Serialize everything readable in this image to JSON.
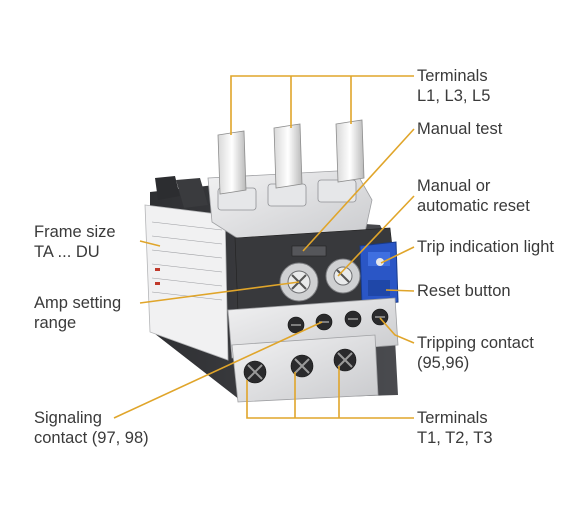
{
  "labels": {
    "terminals_top": {
      "line1": "Terminals",
      "line2": "L1, L3, L5"
    },
    "manual_test": {
      "line1": "Manual test"
    },
    "manual_auto_reset": {
      "line1": "Manual or",
      "line2": "automatic reset"
    },
    "frame_size": {
      "line1": "Frame size",
      "line2": "TA ... DU"
    },
    "trip_indication": {
      "line1": "Trip indication light"
    },
    "amp_setting": {
      "line1": "Amp setting",
      "line2": "range"
    },
    "reset_button": {
      "line1": "Reset button"
    },
    "tripping_contact": {
      "line1": "Tripping contact",
      "line2": "(95,96)"
    },
    "signaling_contact": {
      "line1": "Signaling",
      "line2": "contact (97, 98)"
    },
    "terminals_bottom": {
      "line1": "Terminals",
      "line2": "T1, T2, T3"
    }
  },
  "colors": {
    "leader": "#e0a52a",
    "text": "#3a3a3a",
    "housing_dark": "#3c3d40",
    "housing_light": "#d9dadc",
    "reset_blue": "#2a56c6"
  }
}
